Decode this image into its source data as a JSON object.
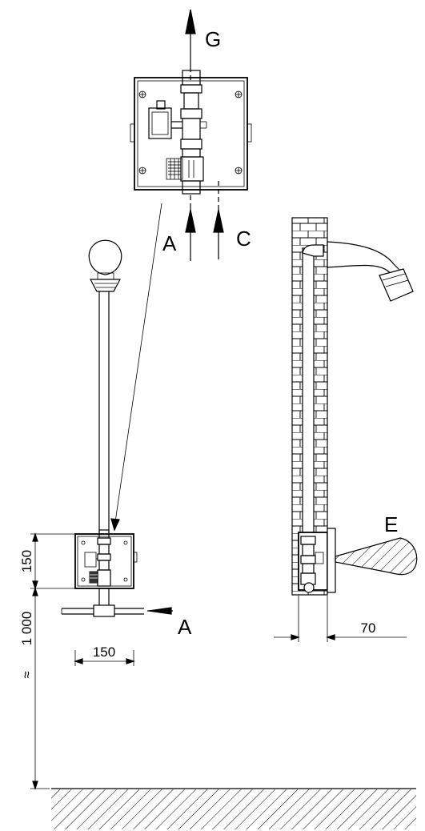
{
  "labels": {
    "g": "G",
    "a_top": "A",
    "c": "C",
    "e": "E",
    "a_bottom": "A"
  },
  "dimensions": {
    "box_height": "150",
    "box_width": "150",
    "mount_height": "1 000",
    "approx_symbol": "≈",
    "wall_depth": "70"
  }
}
